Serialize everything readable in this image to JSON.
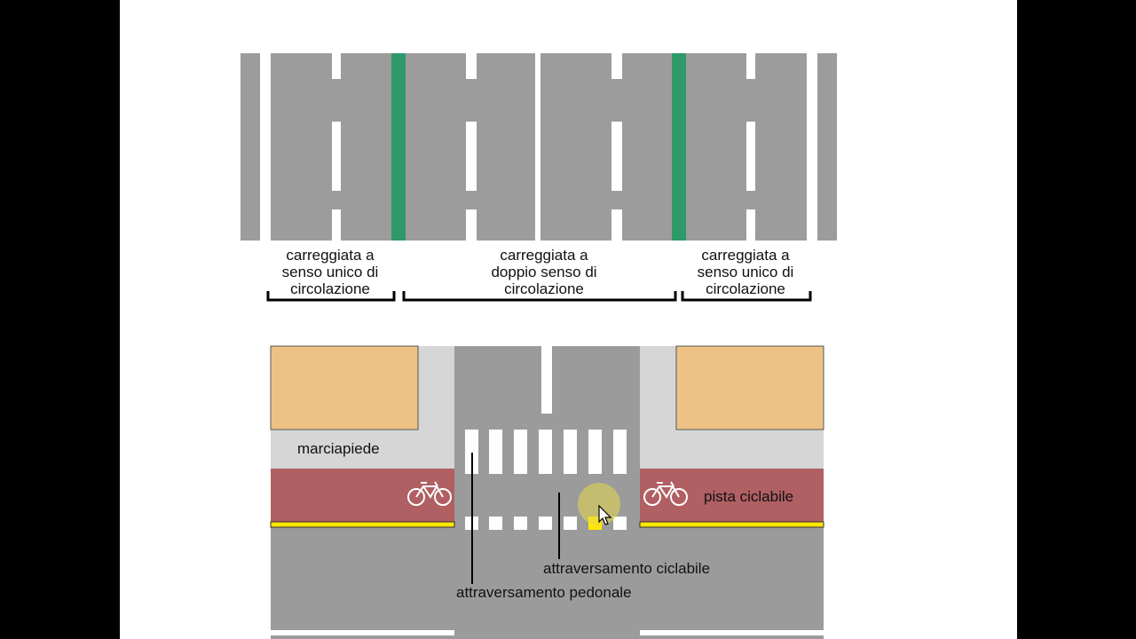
{
  "top_diagram": {
    "labels": [
      {
        "lines": [
          "carreggiata a",
          "senso unico di",
          "circolazione"
        ]
      },
      {
        "lines": [
          "carreggiata a",
          "doppio senso di",
          "circolazione"
        ]
      },
      {
        "lines": [
          "carreggiata a",
          "senso unico di",
          "circolazione"
        ]
      }
    ],
    "colors": {
      "asphalt": "#9c9c9c",
      "divider": "#2e9a6a",
      "marking": "#ffffff"
    }
  },
  "bottom_diagram": {
    "sidewalk_label": "marciapiede",
    "bike_lane_label": "pista ciclabile",
    "bike_crossing_label": "attraversamento ciclabile",
    "pedestrian_crossing_label": "attraversamento pedonale",
    "icons": [
      "bicycle-icon",
      "bicycle-icon",
      "cursor-icon"
    ],
    "colors": {
      "building": "#edc284",
      "sidewalk": "#d6d6d6",
      "bike_lane": "#b05f63",
      "road": "#9b9b9b",
      "edge_line": "#ffe600",
      "marking": "#ffffff"
    }
  }
}
